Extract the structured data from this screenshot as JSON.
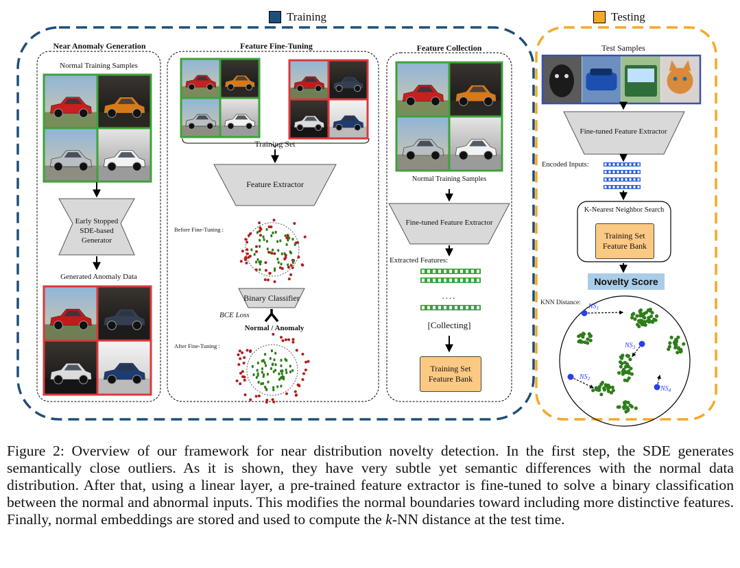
{
  "legend": {
    "training": {
      "label": "Training",
      "color": "#1f4e79"
    },
    "testing": {
      "label": "Testing",
      "color": "#f7a823"
    }
  },
  "near_anomaly": {
    "title": "Near Anomaly Generation",
    "normal_label": "Normal Training Samples",
    "generator_label_lines": [
      "Early Stopped",
      "SDE-based",
      "Generator"
    ],
    "generated_label": "Generated Anomaly Data"
  },
  "fine_tuning": {
    "title": "Feature Fine-Tuning",
    "training_set_label": "Training Set",
    "extractor_label": "Feature Extractor",
    "before_label": "Before Fine-Tuning :",
    "classifier_label": "Binary Classifier",
    "loss_label": "BCE  Loss",
    "output_label": "Normal / Anomaly",
    "after_label": "After Fine-Tuning :"
  },
  "collection": {
    "title": "Feature Collection",
    "normal_label": "Normal Training Samples",
    "extractor_label": "Fine-tuned  Feature Extractor",
    "extracted_label": "Extracted Features:",
    "dots_label": "....",
    "collecting_label": "[Collecting]",
    "bank_lines": [
      "Training Set",
      "Feature Bank"
    ]
  },
  "testing_panel": {
    "test_samples_label": "Test Samples",
    "extractor_label": "Fine-tuned  Feature Extractor",
    "encoded_label": "Encoded Inputs:",
    "knn_search_label": "K-Nearest Neighbor Search",
    "bank_lines": [
      "Training Set",
      "Feature Bank"
    ],
    "novelty_label": "Novelty Score",
    "knn_distance_label": "KNN Distance:",
    "ns_labels": [
      "NS",
      "NS",
      "NS",
      "NS"
    ],
    "ns_subscripts": [
      "1",
      "3",
      "2",
      "4"
    ]
  },
  "colors": {
    "normal_border": "#3ea23a",
    "anomaly_border": "#d83a3a",
    "test_border": "#3a4fb0",
    "trapezoid_fill": "#d9d9d9",
    "normal_point": "#2e7d1a",
    "anomaly_point": "#b31d1d",
    "test_point": "#2a3ef0",
    "feature_vector": "#36a53a",
    "encoded_vector": "#2b5fd8"
  },
  "caption": {
    "part1": "Figure 2: Overview of our framework for near distribution novelty detection. In the first step, the SDE generates semantically close outliers. As it is shown, they have very subtle yet semantic differences with the normal data distribution. After that, using a linear layer, a pre-trained feature extractor is fine-tuned to solve a binary classification between the normal and abnormal inputs. This modifies the normal boundaries toward including more distinctive features. Finally, normal embeddings are stored and used to compute the ",
    "k": "k",
    "part2": "-NN distance at the test time."
  }
}
